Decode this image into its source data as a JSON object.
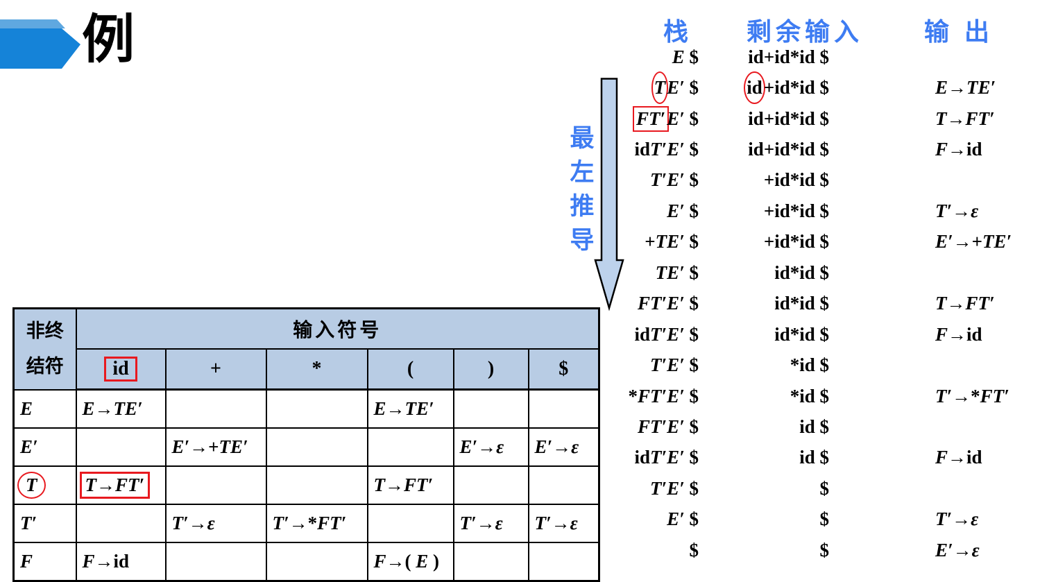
{
  "slide": {
    "title": "例"
  },
  "trace": {
    "headers": {
      "stack": "栈",
      "remaining_input": "剩余输入",
      "output": "输出"
    },
    "rows": [
      {
        "stack": "E $",
        "input": "id+id*id $",
        "output": ""
      },
      {
        "stack": "TE′ $",
        "input": "id+id*id $",
        "output": "E→TE′",
        "stack_mark": {
          "text": "T",
          "type": "ellipse"
        },
        "input_mark": {
          "text": "id",
          "type": "ellipse"
        }
      },
      {
        "stack": "FT′E′ $",
        "input": "id+id*id $",
        "output": "T→FT′",
        "stack_mark": {
          "text": "FT′",
          "type": "box"
        }
      },
      {
        "stack": "idT′E′ $",
        "input": "id+id*id $",
        "output": "F→id"
      },
      {
        "stack": "T′E′ $",
        "input": "+id*id $",
        "output": ""
      },
      {
        "stack": "E′ $",
        "input": "+id*id $",
        "output": "T′→ε"
      },
      {
        "stack": "+TE′ $",
        "input": "+id*id $",
        "output": "E′→+TE′"
      },
      {
        "stack": "TE′ $",
        "input": "id*id $",
        "output": ""
      },
      {
        "stack": "FT′E′ $",
        "input": "id*id $",
        "output": "T→FT′"
      },
      {
        "stack": "idT′E′ $",
        "input": "id*id $",
        "output": "F→id"
      },
      {
        "stack": "T′E′ $",
        "input": "*id $",
        "output": ""
      },
      {
        "stack": "*FT′E′ $",
        "input": "*id $",
        "output": "T′→*FT′"
      },
      {
        "stack": "FT′E′ $",
        "input": "id $",
        "output": ""
      },
      {
        "stack": "idT′E′ $",
        "input": "id $",
        "output": "F→id"
      },
      {
        "stack": "T′E′ $",
        "input": "$",
        "output": ""
      },
      {
        "stack": "E′ $",
        "input": "$",
        "output": "T′→ε"
      },
      {
        "stack": "$",
        "input": "$",
        "output": "E′→ε"
      }
    ]
  },
  "derivation_label": {
    "text": "最左推导",
    "chars": [
      "最",
      "左",
      "推",
      "导"
    ]
  },
  "parse_table": {
    "row_header_lines": [
      "非终",
      "结符"
    ],
    "col_group_title": "输入符号",
    "columns": [
      "id",
      "+",
      "*",
      "(",
      ")",
      "$"
    ],
    "header_marks": {
      "0": "box"
    },
    "rows": [
      {
        "nonterminal": "E",
        "cells": [
          "E→TE′",
          "",
          "",
          "E→TE′",
          "",
          ""
        ]
      },
      {
        "nonterminal": "E′",
        "cells": [
          "",
          "E′→+TE′",
          "",
          "",
          "E′→ε",
          "E′→ε"
        ]
      },
      {
        "nonterminal": "T",
        "cells": [
          "T→FT′",
          "",
          "",
          "T→FT′",
          "",
          ""
        ],
        "nt_mark": "ellipse",
        "cell_marks": {
          "0": "box"
        }
      },
      {
        "nonterminal": "T′",
        "cells": [
          "",
          "T′→ε",
          "T′→*FT′",
          "",
          "T′→ε",
          "T′→ε"
        ]
      },
      {
        "nonterminal": "F",
        "cells": [
          "F→id",
          "",
          "",
          "F→( E )",
          "",
          ""
        ]
      }
    ]
  },
  "colors": {
    "accent_blue_text": "#3e7cf2",
    "table_header_bg": "#b8cce4",
    "annotation_red": "#e8191f",
    "title_arrow_main": "#1583d8",
    "title_arrow_light": "#5fa8e0",
    "derivation_arrow_fill": "#bdd2ec"
  }
}
